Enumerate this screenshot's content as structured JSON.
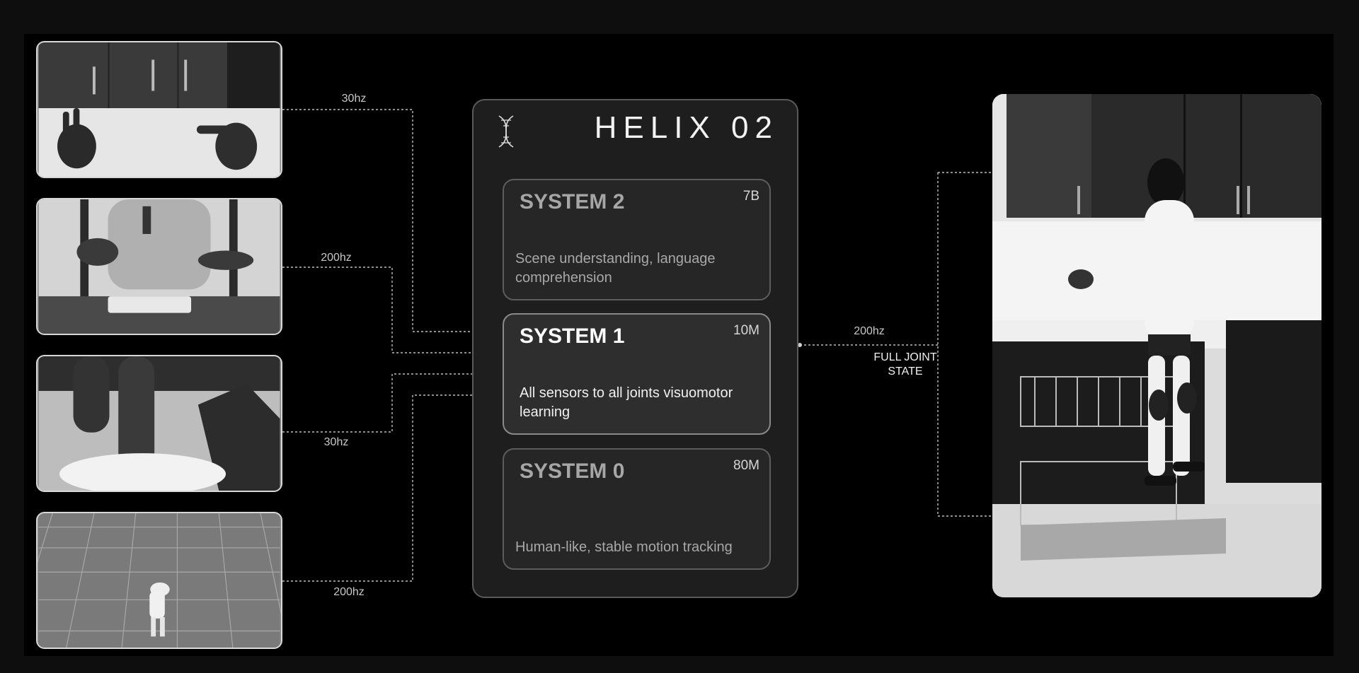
{
  "title": "HELIX 02",
  "inputs": [
    {
      "rate": "30hz",
      "icon": "head-camera-view"
    },
    {
      "rate": "200hz",
      "icon": "chest-camera-view"
    },
    {
      "rate": "30hz",
      "icon": "fingertip-camera-view"
    },
    {
      "rate": "200hz",
      "icon": "simulation-view"
    }
  ],
  "systems": [
    {
      "name": "SYSTEM 2",
      "size": "7B",
      "description": "Scene understanding, language comprehension"
    },
    {
      "name": "SYSTEM 1",
      "size": "10M",
      "description": "All sensors to all joints visuomotor learning"
    },
    {
      "name": "SYSTEM 0",
      "size": "80M",
      "description": "Human-like, stable motion tracking"
    }
  ],
  "output": {
    "rate": "200hz",
    "label": "FULL JOINT STATE"
  },
  "icons": {
    "logo": "dna-helix-icon"
  },
  "colors": {
    "background": "#000000",
    "panel": "#1e1e1e",
    "border": "#5a5a5a",
    "text": "#f2f2f2"
  }
}
